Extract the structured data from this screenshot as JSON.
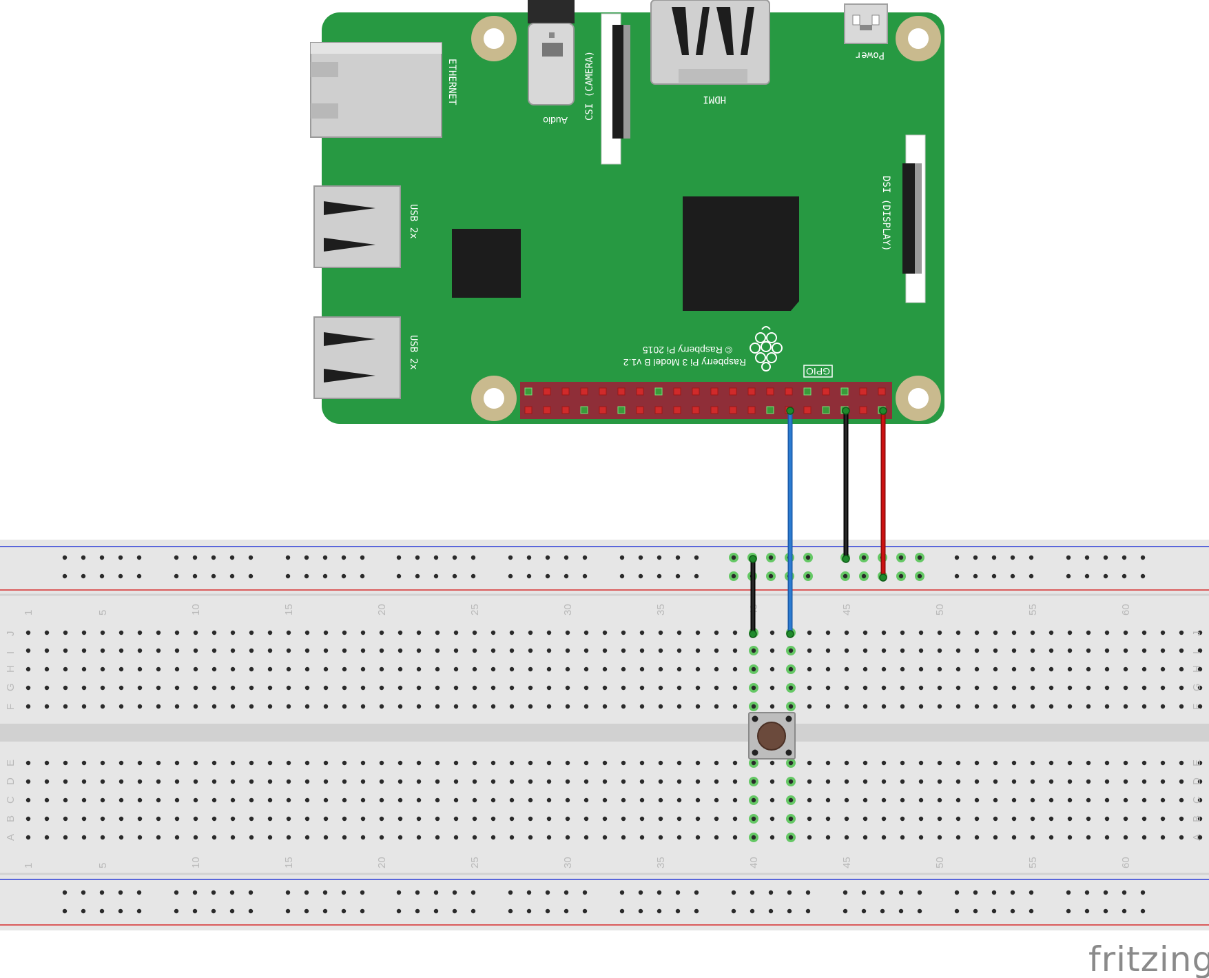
{
  "board": {
    "labels": {
      "ethernet": "ETHERNET",
      "audio": "Audio",
      "csi": "CSI (CAMERA)",
      "hdmi": "HDMI",
      "power": "Power",
      "dsi": "DSI (DISPLAY)",
      "usb_top": "USB 2x",
      "usb_bottom": "USB 2x",
      "gpio": "GPIO",
      "model": "Raspberry Pi 3 Model B v1.2",
      "copyright": "© Raspberry Pi 2015"
    },
    "colors": {
      "pcb": "#279942",
      "chip": "#1c1c1c",
      "hole_ring": "#c9ba8e",
      "header": "#8f2e38"
    },
    "logo": "raspberry-logo-icon"
  },
  "breadboard": {
    "column_numbers": [
      "1",
      "5",
      "10",
      "15",
      "20",
      "25",
      "30",
      "35",
      "40",
      "45",
      "50",
      "55",
      "60"
    ],
    "rows_top": [
      "J",
      "I",
      "H",
      "G",
      "F"
    ],
    "rows_bottom": [
      "E",
      "D",
      "C",
      "B",
      "A"
    ],
    "colors": {
      "body": "#e6e6e6",
      "rail_blue": "#2c3cd6",
      "rail_red": "#d62c2c",
      "active_hole": "#4ec24e"
    }
  },
  "wires": [
    {
      "name": "blue-signal-wire",
      "color": "#2b7bd0"
    },
    {
      "name": "black-ground-wire",
      "color": "#262626"
    },
    {
      "name": "red-power-wire",
      "color": "#cc1111"
    },
    {
      "name": "black-jumper-wire",
      "color": "#262626"
    }
  ],
  "components": {
    "pushbutton": "tactile-pushbutton"
  },
  "watermark": "fritzing"
}
